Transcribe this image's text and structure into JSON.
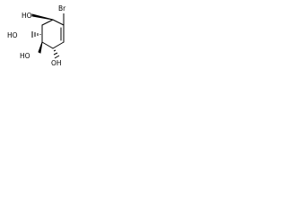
{
  "molecule": {
    "atoms": {
      "bromine": "Br",
      "hydroxyl_top_left": "HO",
      "hydroxyl_left": "HO",
      "hydroxyl_bottom_left": "HO",
      "hydroxyl_bottom_right": "OH"
    },
    "colors": {
      "bond": "#000000",
      "background": "#ffffff"
    }
  }
}
